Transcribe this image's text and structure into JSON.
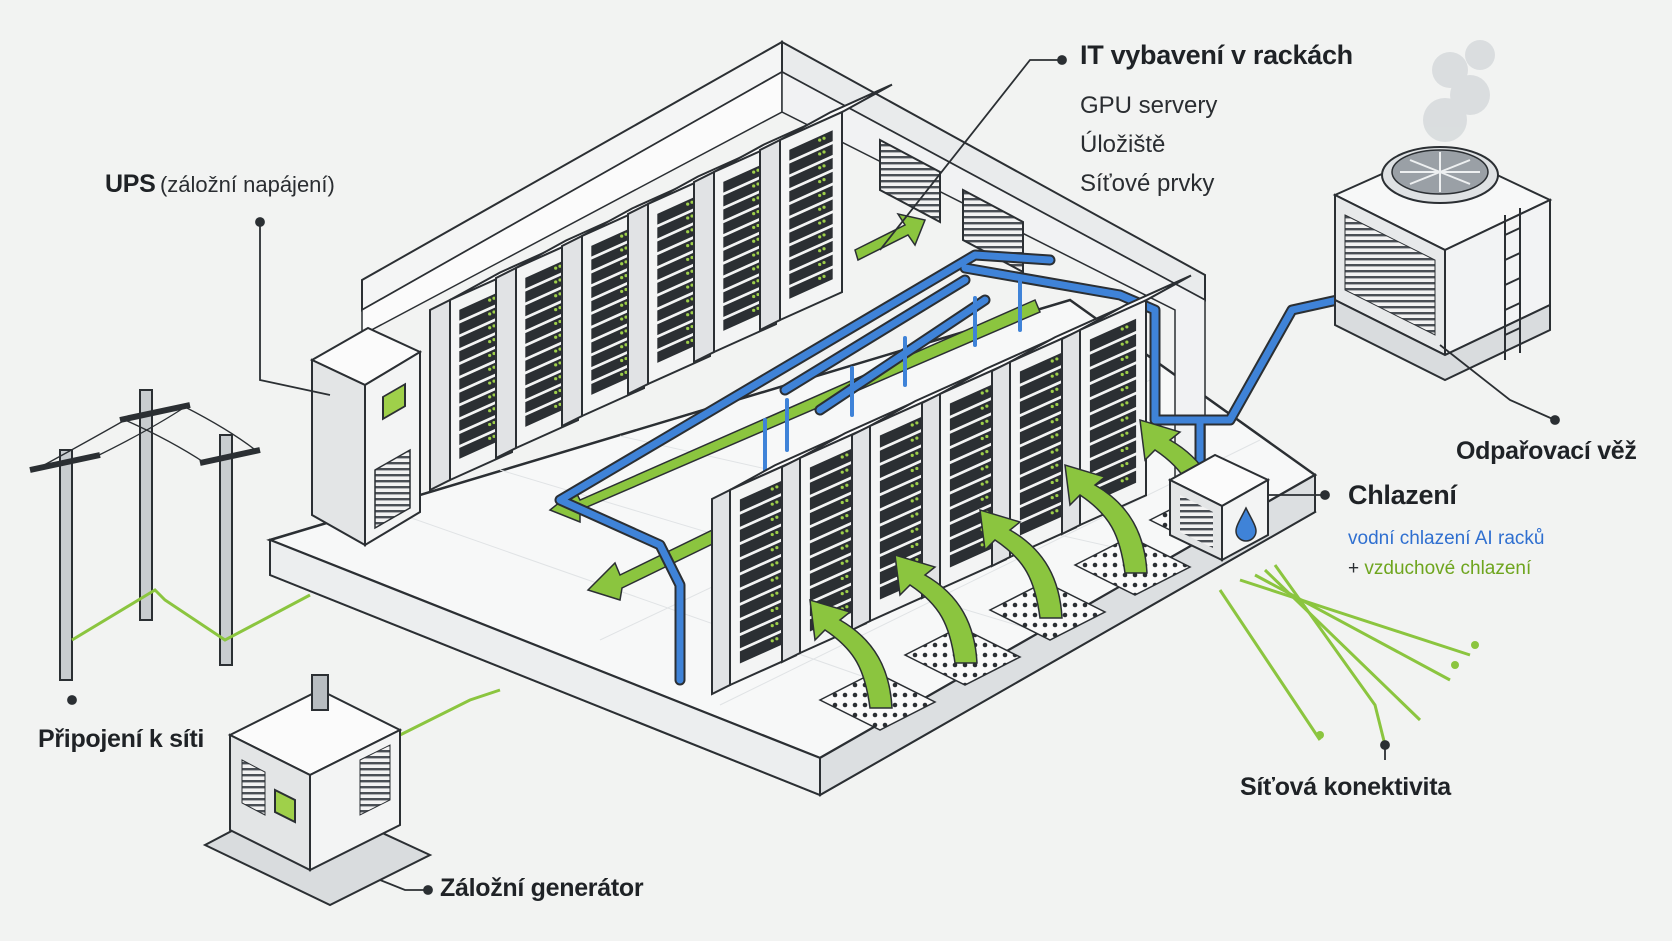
{
  "labels": {
    "it_title": "IT vybavení v rackách",
    "it_items": [
      "GPU servery",
      "Úložiště",
      "Síťové prvky"
    ],
    "ups_title": "UPS",
    "ups_sub": "(záložní napájení)",
    "tower": "Odpařovací věž",
    "cooling_title": "Chlazení",
    "cooling_water": "vodní chlazení AI racků",
    "cooling_air_prefix": "+",
    "cooling_air": "vzduchové chlazení",
    "grid": "Připojení k síti",
    "network": "Síťová konektivita",
    "generator": "Záložní generátor"
  },
  "colors": {
    "water": "#3f83d8",
    "air": "#8bc53f",
    "outline": "#2b2f33",
    "rack": "#f3f4f4",
    "screen": "#9fd04a"
  },
  "icons": [
    "water-drop-icon",
    "fan-icon",
    "ladder-icon",
    "airflow-arrow-icon",
    "floor-grate-icon"
  ]
}
